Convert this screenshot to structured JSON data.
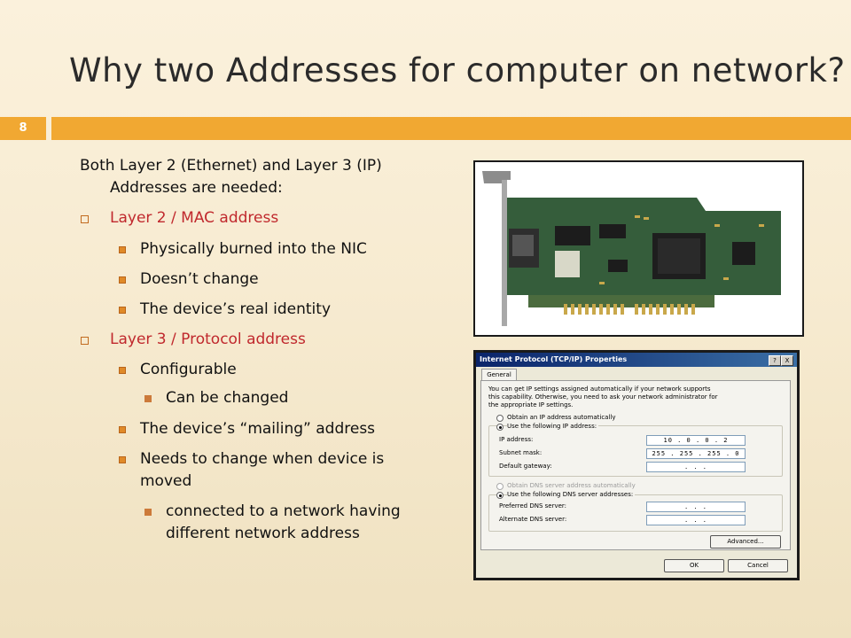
{
  "slide": {
    "title": "Why two Addresses for computer on network?",
    "number": "8",
    "intro_line1": "Both Layer 2 (Ethernet) and Layer 3 (IP)",
    "intro_line2": "Addresses are needed:",
    "layer2": {
      "heading": "Layer 2 / MAC address",
      "items": [
        "Physically burned into the NIC",
        "Doesn’t change",
        "The device’s real identity"
      ]
    },
    "layer3": {
      "heading": "Layer 3 / Protocol address",
      "configurable": "Configurable",
      "configurable_sub": "Can be changed",
      "mailing": "The device’s “mailing” address",
      "needs_line1": "Needs to change when device is",
      "needs_line2": "moved",
      "moved_sub_line1": "connected to a network having",
      "moved_sub_line2": "different network address"
    },
    "accent_color": "#f1a832",
    "heading_color": "#c0282d"
  },
  "dialog": {
    "title": "Internet Protocol (TCP/IP) Properties",
    "help_btn": "?",
    "close_btn": "X",
    "tab_general": "General",
    "desc_line1": "You can get IP settings assigned automatically if your network supports",
    "desc_line2": "this capability. Otherwise, you need to ask your network administrator for",
    "desc_line3": "the appropriate IP settings.",
    "radio_auto_ip": "Obtain an IP address automatically",
    "radio_manual_ip": "Use the following IP address:",
    "label_ip": "IP address:",
    "label_subnet": "Subnet mask:",
    "label_gateway": "Default gateway:",
    "ip_value": "10 . 0 . 0 . 2",
    "subnet_value": "255 . 255 . 255 . 0",
    "gateway_value": ". . .",
    "radio_auto_dns": "Obtain DNS server address automatically",
    "radio_manual_dns": "Use the following DNS server addresses:",
    "label_pref_dns": "Preferred DNS server:",
    "label_alt_dns": "Alternate DNS server:",
    "pref_dns_value": ". . .",
    "alt_dns_value": ". . .",
    "advanced_btn": "Advanced...",
    "ok_btn": "OK",
    "cancel_btn": "Cancel"
  }
}
